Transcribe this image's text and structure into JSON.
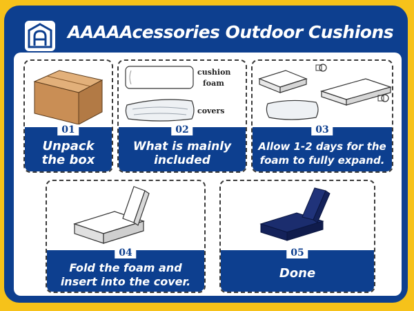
{
  "header": {
    "title": "AAAAAcessories Outdoor Cushions",
    "logo_icon": "house-logo-icon"
  },
  "colors": {
    "background": "#f6c21a",
    "frame": "#0d3f8f",
    "panel": "#ffffff"
  },
  "steps": [
    {
      "number": "01",
      "line1": "Unpack",
      "line2": "the box",
      "icon": "cardboard-box-icon"
    },
    {
      "number": "02",
      "line1": "What is mainly",
      "line2": "included",
      "icon": "foam-and-cover-icon",
      "labels": {
        "foam_line1": "cushion",
        "foam_line2": "foam",
        "covers": "covers"
      }
    },
    {
      "number": "03",
      "line1": "Allow 1-2 days for the",
      "line2": "foam to fully expand.",
      "icon": "expanding-foam-icon"
    },
    {
      "number": "04",
      "line1": "Fold the foam and",
      "line2": "insert into the cover.",
      "icon": "folding-foam-icon"
    },
    {
      "number": "05",
      "line1": "Done",
      "icon": "finished-cushion-icon"
    }
  ]
}
